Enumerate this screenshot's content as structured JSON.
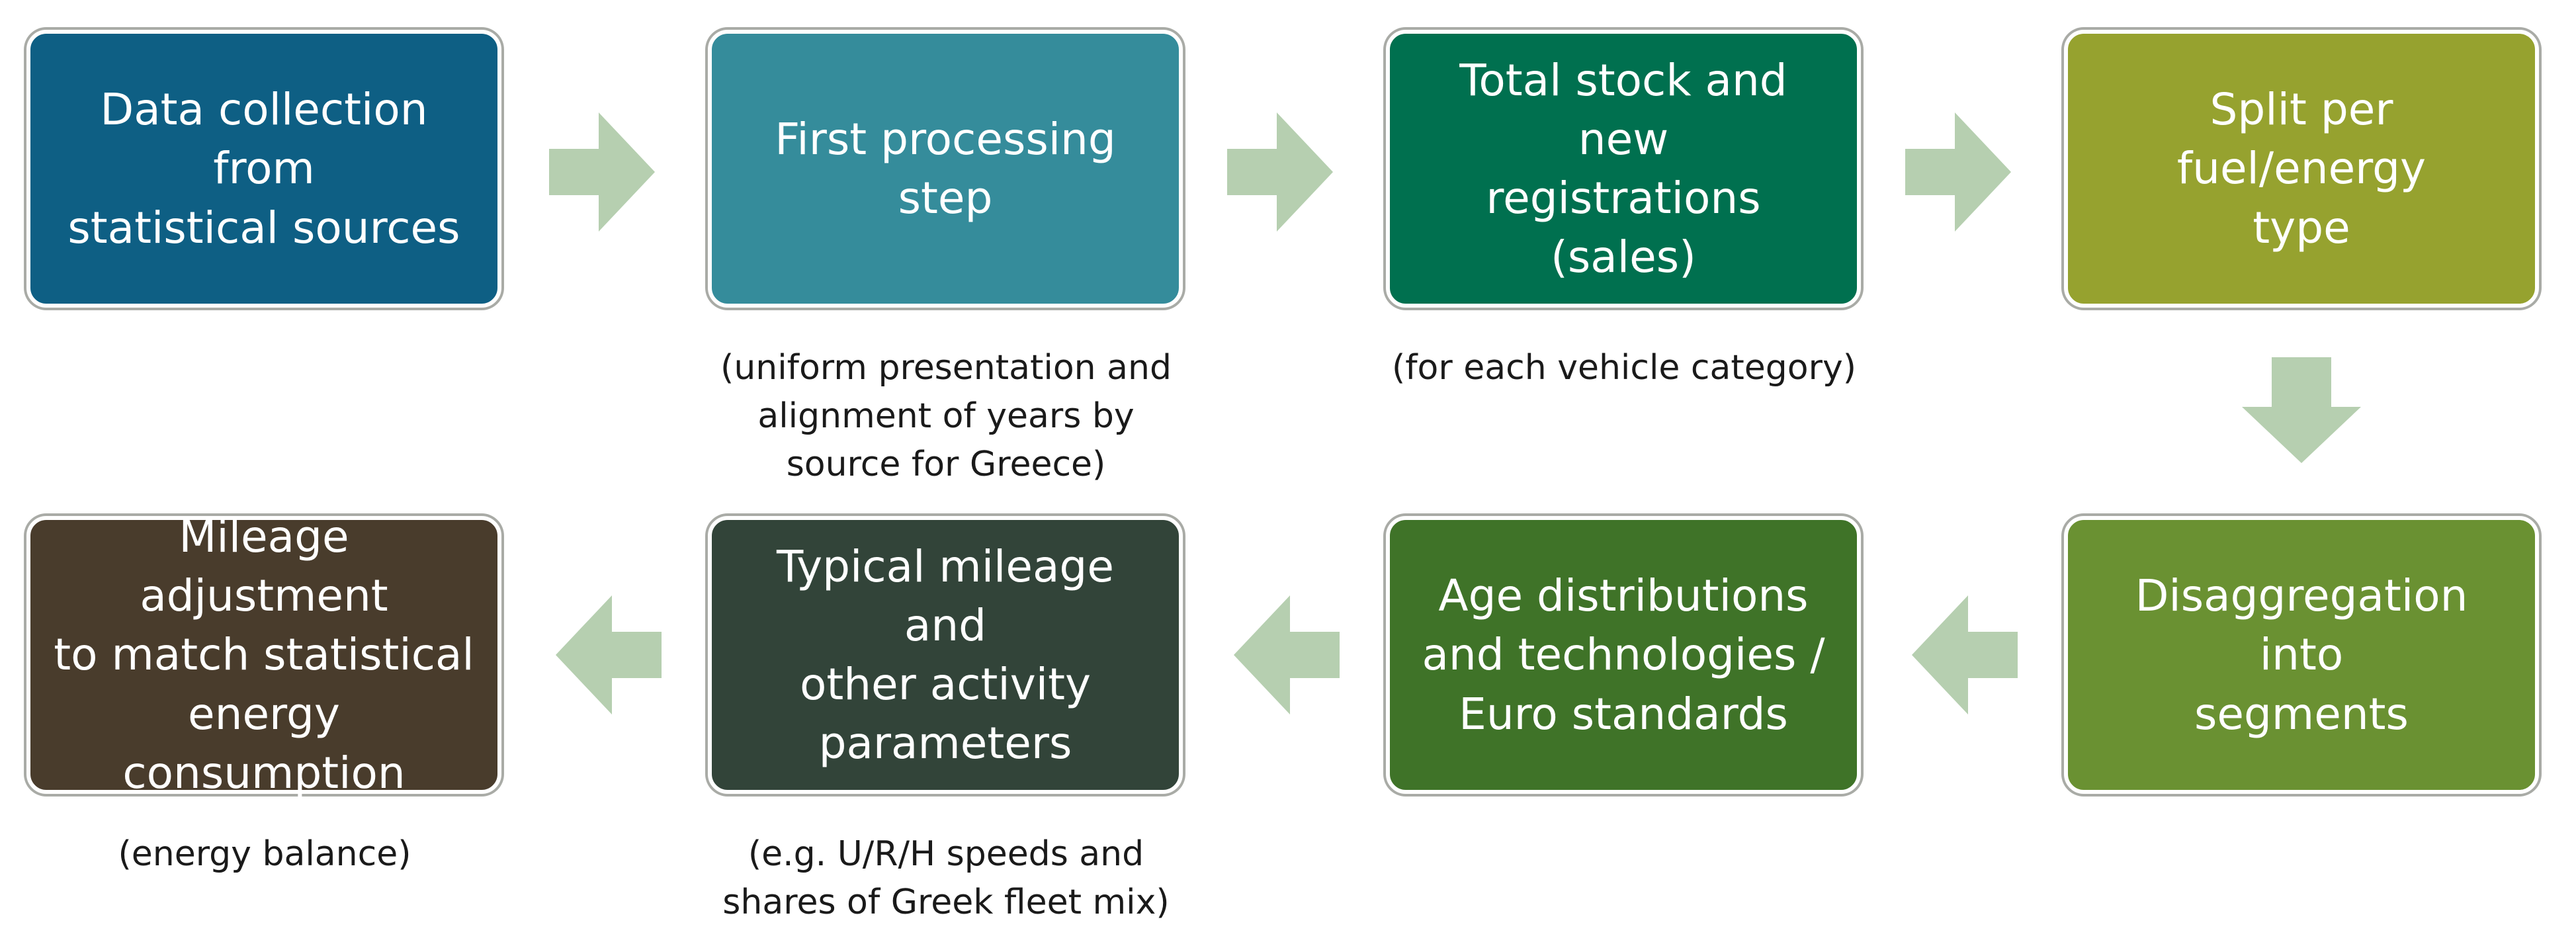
{
  "boxes": [
    {
      "id": "box-1",
      "label": "Data collection from\nstatistical sources",
      "color": "#0e5f84"
    },
    {
      "id": "box-2",
      "label": "First processing step",
      "color": "#358c9b"
    },
    {
      "id": "box-3",
      "label": "Total stock and new\nregistrations (sales)",
      "color": "#00704f"
    },
    {
      "id": "box-4",
      "label": "Split per fuel/energy\ntype",
      "color": "#96a22f"
    },
    {
      "id": "box-5",
      "label": "Disaggregation into\nsegments",
      "color": "#6a9132"
    },
    {
      "id": "box-6",
      "label": "Age distributions\nand technologies /\nEuro standards",
      "color": "#3f7328"
    },
    {
      "id": "box-7",
      "label": "Typical mileage and\nother activity\nparameters",
      "color": "#324439"
    },
    {
      "id": "box-8",
      "label": "Mileage adjustment\nto match statistical\nenergy consumption",
      "color": "#493c2c"
    }
  ],
  "notes": {
    "box_2": "(uniform presentation and\nalignment of years by\nsource for Greece)",
    "box_3": "(for each vehicle category)",
    "box_7": "(e.g. U/R/H speeds and\nshares of Greek fleet mix)",
    "box_8": "(energy balance)"
  },
  "arrow_color": "#b6cfb0"
}
